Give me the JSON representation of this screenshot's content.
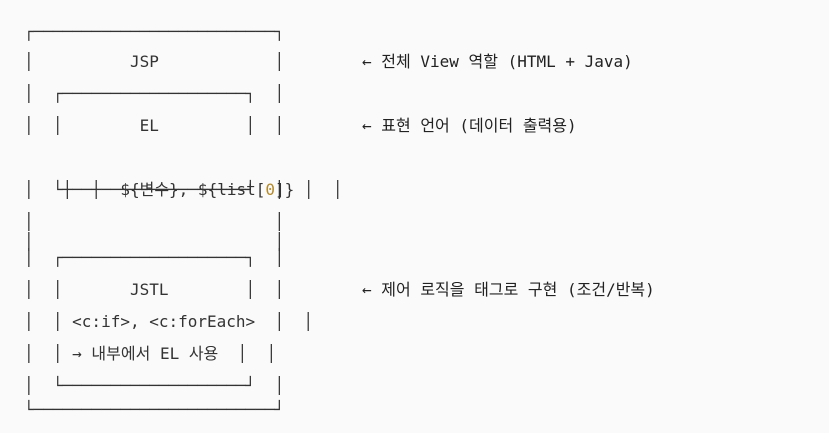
{
  "diagram": {
    "lines": [
      "┌─────────────────────────┐",
      "│          JSP            │",
      "│  ┌───────────────────┐  │",
      "│  │        EL         │  │",
      "│  │  ${변수}, ${list",
      "]} │  │",
      "│  └───────────────────┘  │",
      "│                         │",
      "│                         │",
      "│  ┌───────────────────┐  │",
      "│  │       JSTL        │  │",
      "│  │ <c:if>, <c:forEach>  │  │",
      "│  │ → 내부에서 EL 사용  │  │",
      "│  └───────────────────┘  │",
      "└─────────────────────────┘"
    ],
    "index_number": "0",
    "el_line_prefix": "│  │  ${변수}, ${list[",
    "el_line_suffix": "]} │  │"
  },
  "annotations": {
    "jsp": "← 전체 View 역할 (HTML + Java)",
    "el": "← 표현 언어 (데이터 출력용)",
    "jstl": "← 제어 로직을 태그로 구현 (조건/반복)"
  },
  "colors": {
    "background": "#fafafa",
    "text": "#222222",
    "highlight": "#b58a2b"
  }
}
